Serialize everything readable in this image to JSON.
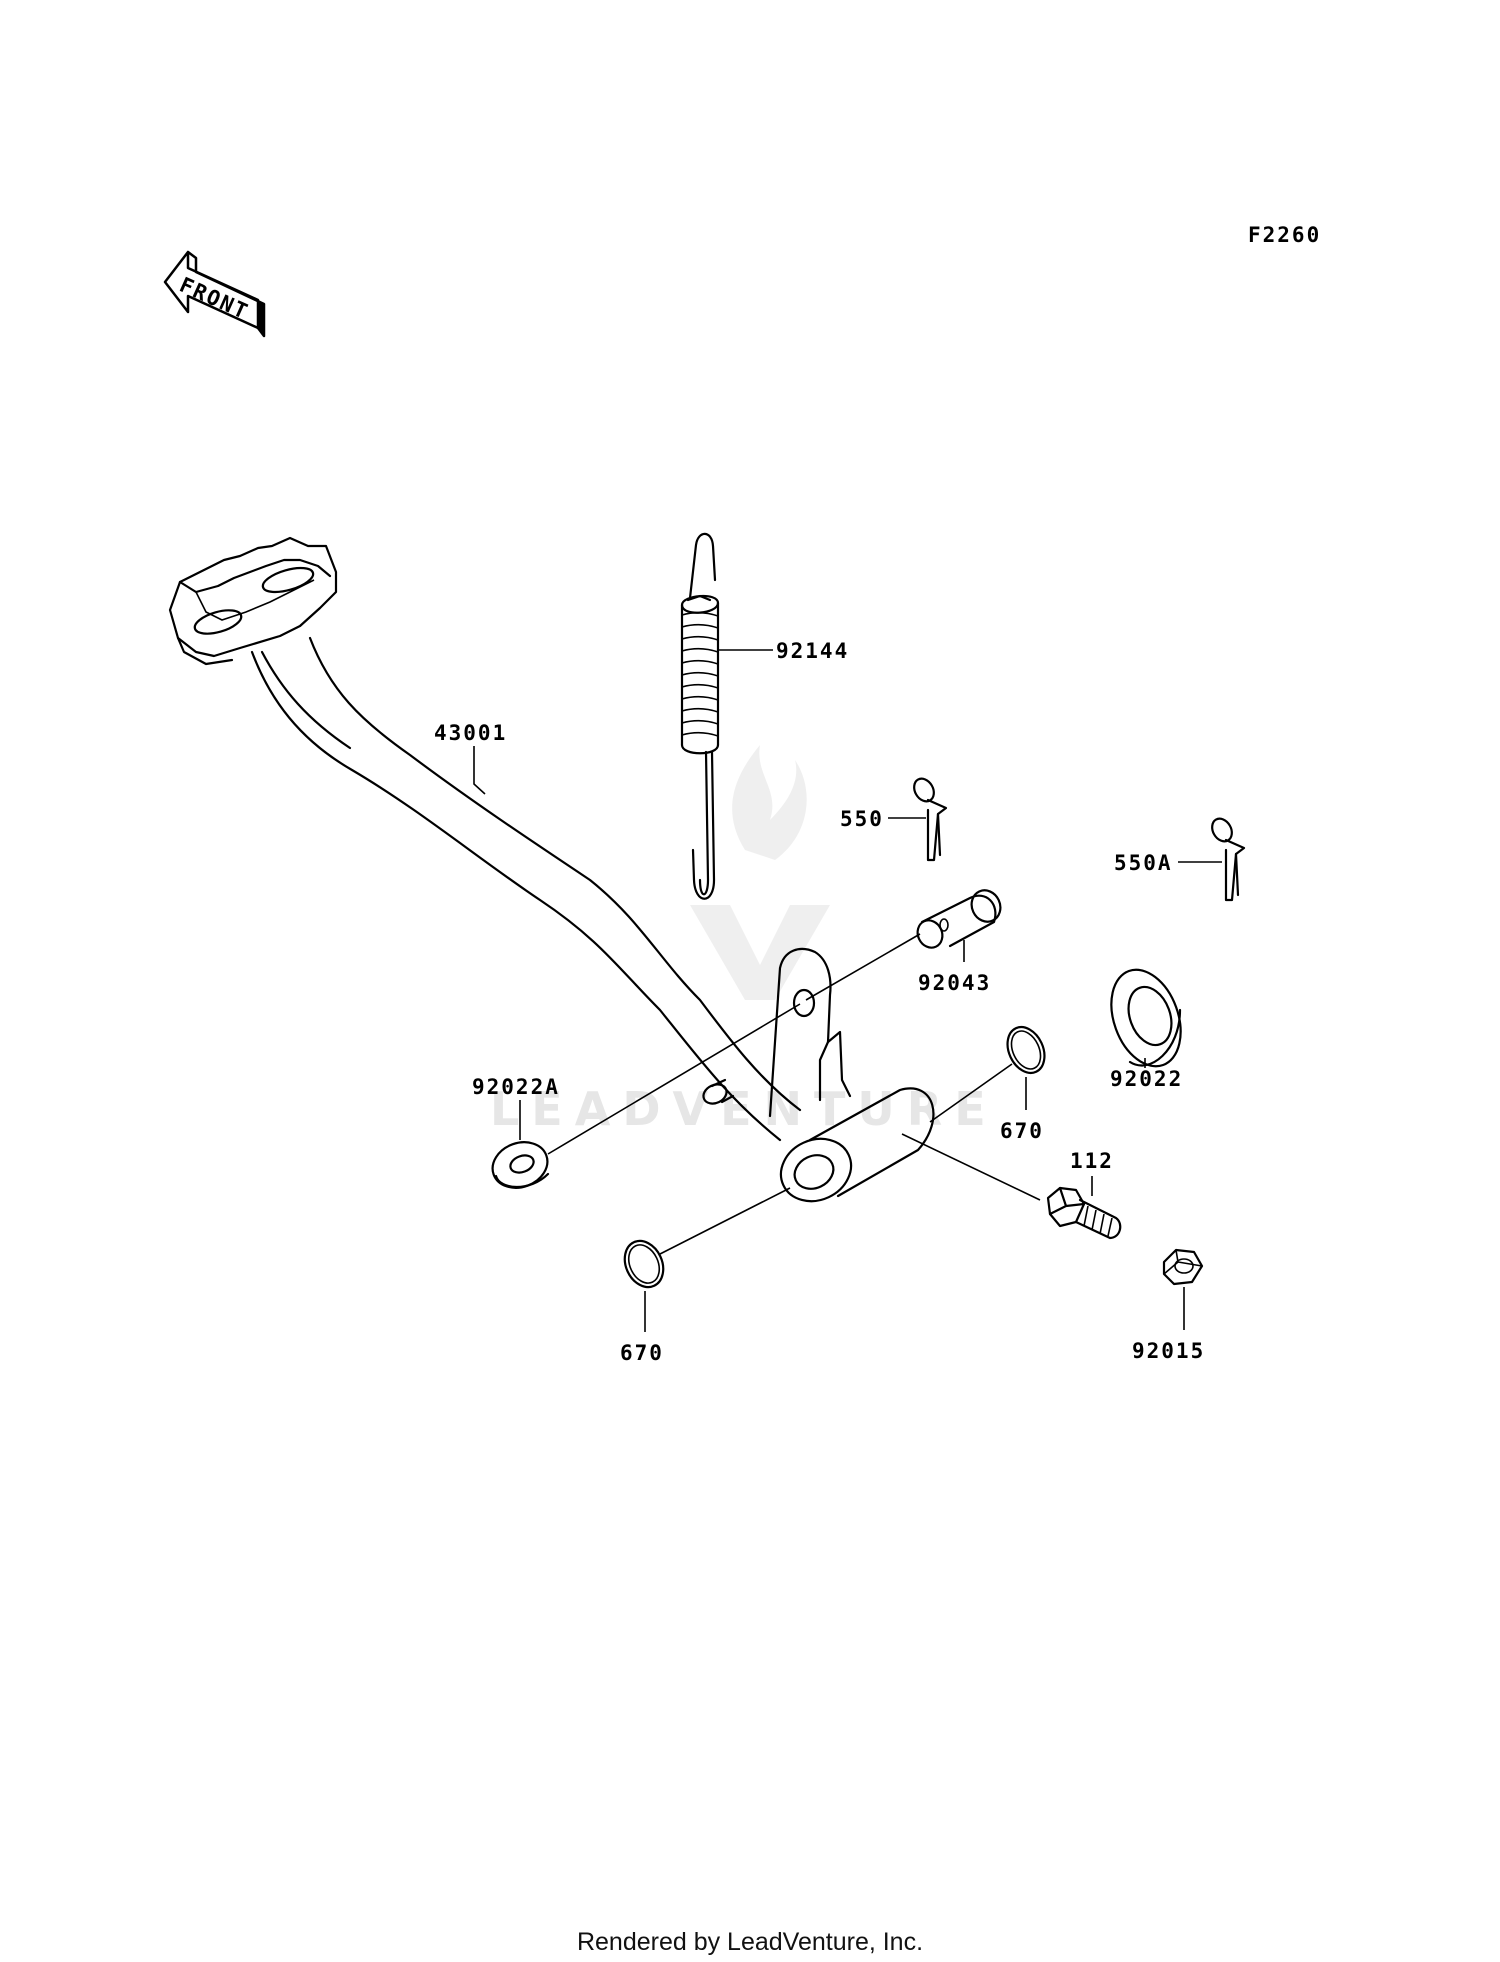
{
  "diagram": {
    "ref_code": "F2260",
    "front_label": "FRONT",
    "watermark": "LEADVENTURE",
    "footer": "Rendered by LeadVenture, Inc.",
    "parts": [
      {
        "id": "43001"
      },
      {
        "id": "92144"
      },
      {
        "id": "550"
      },
      {
        "id": "550A"
      },
      {
        "id": "92043"
      },
      {
        "id": "92022"
      },
      {
        "id": "92022A"
      },
      {
        "id": "670"
      },
      {
        "id": "670"
      },
      {
        "id": "112"
      },
      {
        "id": "92015"
      }
    ]
  }
}
